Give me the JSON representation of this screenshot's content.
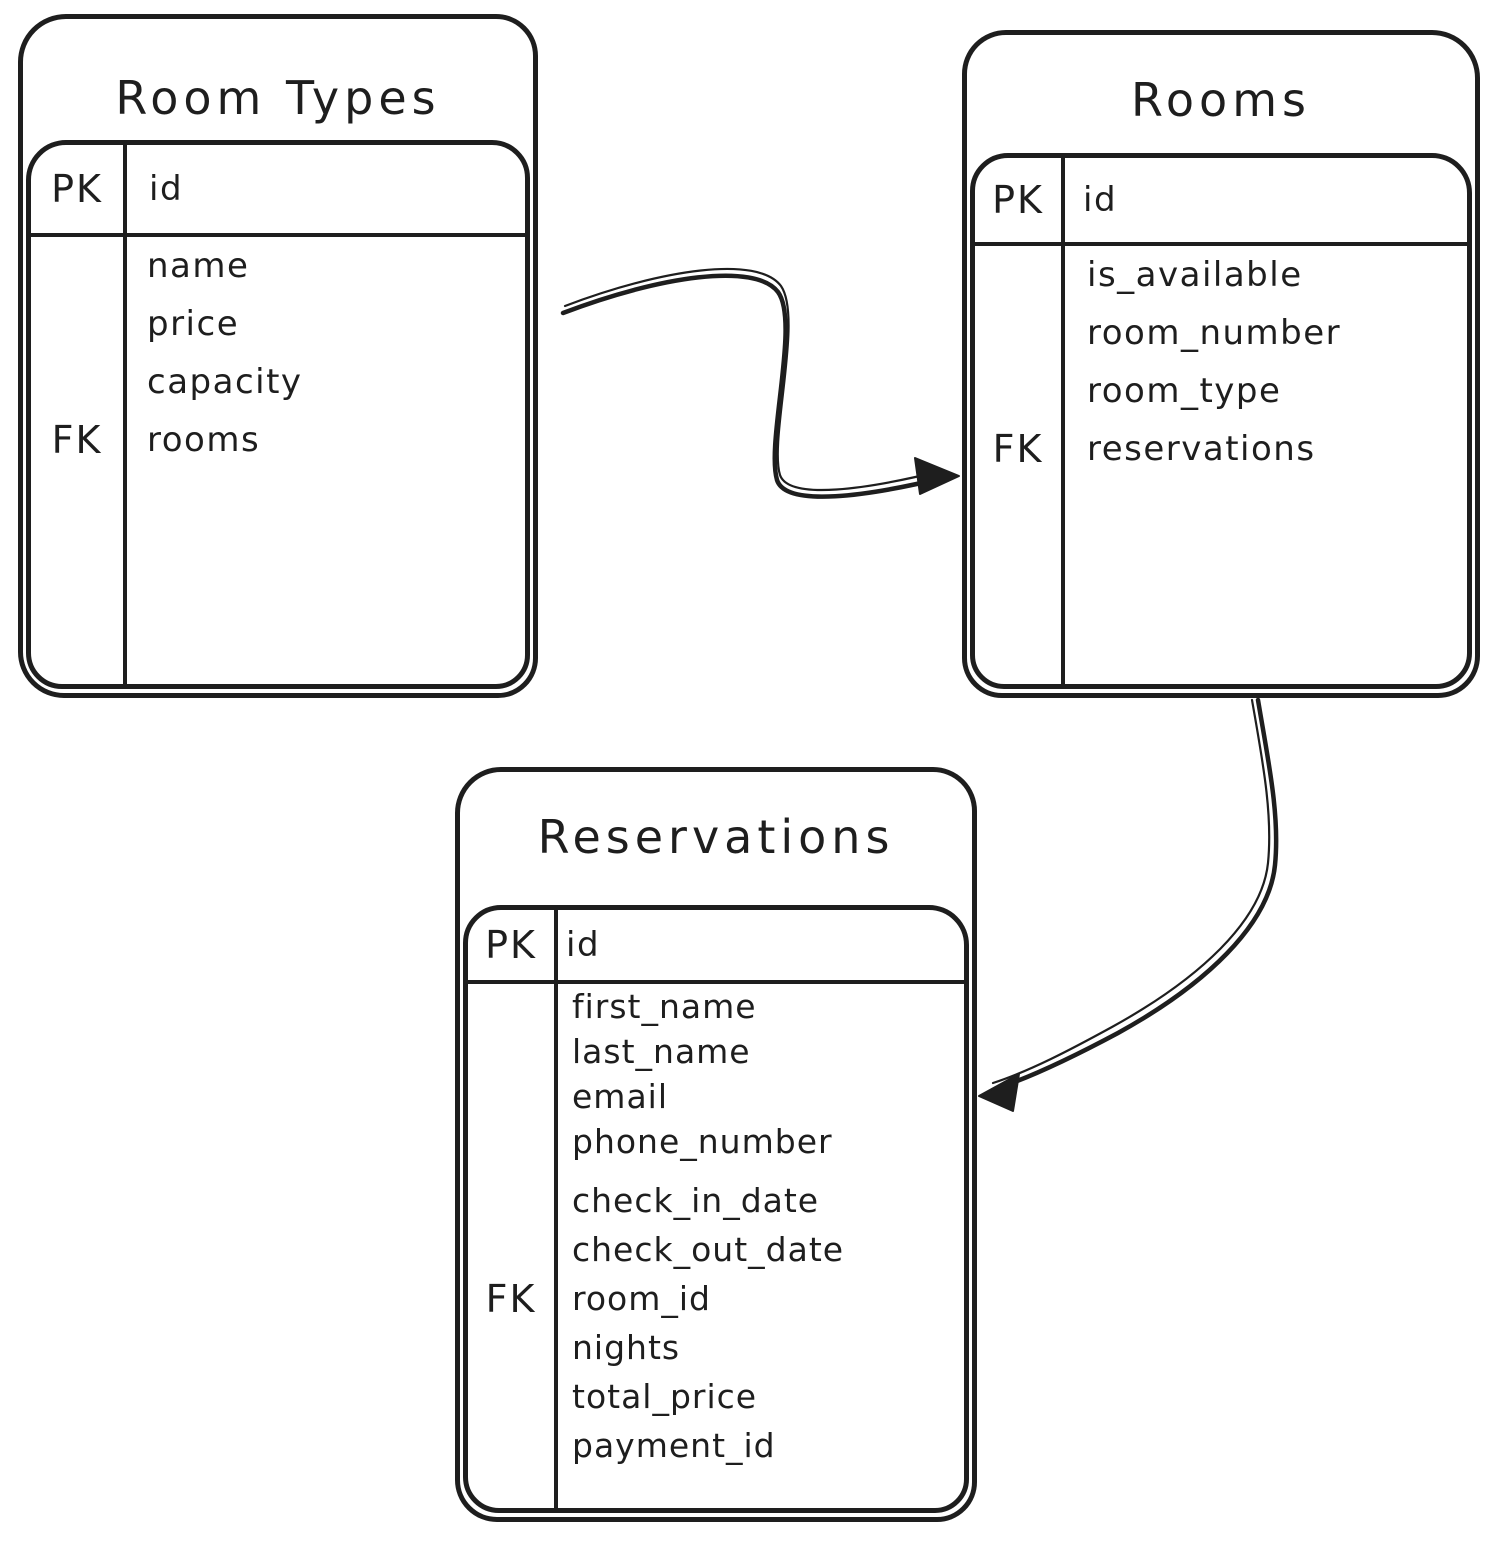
{
  "diagram": {
    "type": "entity-relationship",
    "ink_color": "#1e1e1e",
    "background_color": "#ffffff",
    "tables": [
      {
        "title": "Room Types",
        "primary_key": {
          "label": "PK",
          "field": "id"
        },
        "fk_label": "FK",
        "foreign_key_field": "rooms",
        "fields": [
          "name",
          "price",
          "capacity",
          "rooms"
        ]
      },
      {
        "title": "Rooms",
        "primary_key": {
          "label": "PK",
          "field": "id"
        },
        "fk_label": "FK",
        "foreign_key_field": "reservations",
        "fields": [
          "is_available",
          "room_number",
          "room_type",
          "reservations"
        ]
      },
      {
        "title": "Reservations",
        "primary_key": {
          "label": "PK",
          "field": "id"
        },
        "fk_label": "FK",
        "foreign_key_field": "room_id",
        "fields": [
          "first_name",
          "last_name",
          "email",
          "phone_number",
          "check_in_date",
          "check_out_date",
          "room_id",
          "nights",
          "total_price",
          "payment_id"
        ]
      }
    ],
    "relationships": [
      {
        "from": "Room Types",
        "to": "Rooms"
      },
      {
        "from": "Rooms",
        "to": "Reservations"
      }
    ]
  }
}
